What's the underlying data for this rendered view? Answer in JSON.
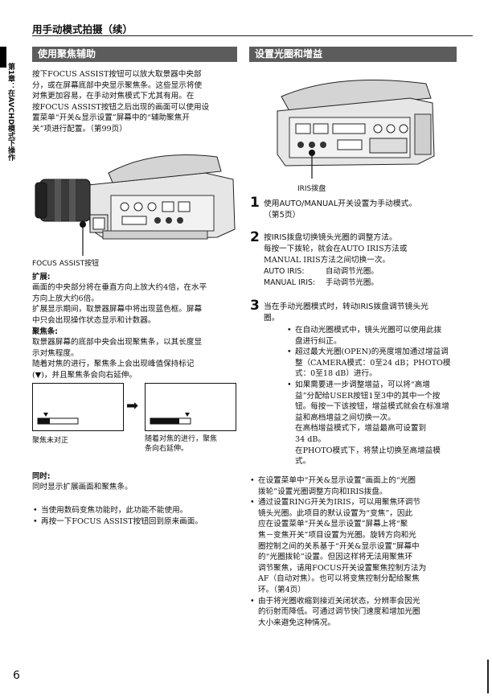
{
  "page": {
    "title": "用手动模式拍摄（续）",
    "side_label": "第1章：在AVCHD模式下操作",
    "page_number": "6"
  },
  "left": {
    "heading": "使用聚焦辅助",
    "intro": [
      "按下FOCUS ASSIST按钮可以放大取景器中央部",
      "分，或在屏幕底部中央显示聚焦条。这些显示将使",
      "对焦更加容易，在手动对焦模式下尤其有用。在",
      "按FOCUS ASSIST按钮之后出现的画面可以使用设",
      "置菜单“开关&显示设置”屏幕中的“辅助聚焦开",
      "关”项进行配置。（第99页）"
    ],
    "figure_caption": "FOCUS ASSIST按钮",
    "expand_title": "扩展:",
    "expand_lines": [
      "画面的中央部分将在垂直方向上放大约4倍，在水平",
      "方向上放大约6倍。",
      "扩展显示期间，取景器屏幕中将出现蓝色框。屏幕",
      "中只会出现操作状态显示和计数器。"
    ],
    "bar_title": "聚焦条:",
    "bar_lines": [
      "取景器屏幕的底部中央会出现聚焦条，以其长度显",
      "示对焦程度。",
      "随着对焦的进行，聚焦条上会出现峰值保持标记",
      "(▼)，并且聚焦条会向右延伸。"
    ],
    "diagram_caption_left": "聚焦未对正",
    "diagram_caption_right": [
      "随着对焦的进行，聚焦",
      "条向右延伸。"
    ],
    "simul_title": "同时:",
    "simul_text": "同时显示扩展画面和聚焦条。",
    "notes": [
      "当使用数码变焦功能时，此功能不能使用。",
      "再按一下FOCUS ASSIST按钮回到原来画面。"
    ],
    "focus_bar_short": 0.3,
    "focus_bar_long": 0.72
  },
  "right": {
    "heading": "设置光圈和增益",
    "figure_caption": "IRIS拨盘",
    "step1_num": "1",
    "step1_title": "使用AUTO/MANUAL开关设置为手动模式。",
    "step1_ref": "（第5页）",
    "step2_num": "2",
    "step2_title": "按IRIS拨盘切换镜头光圈的调整方法。",
    "step2_lines": [
      "每按一下拨轮，就会在AUTO IRIS方法或",
      "MANUAL IRIS方法之间切换一次。"
    ],
    "step2_auto_label": "AUTO IRIS:",
    "step2_auto_value": "自动调节光圈。",
    "step2_manual_label": "MANUAL IRIS:",
    "step2_manual_value": "手动调节光圈。",
    "step3_num": "3",
    "step3_title": [
      "当在手动光圈模式时，转动IRIS拨盘调节镜头光",
      "圈。"
    ],
    "step3_bullets": [
      [
        "在自动光圈模式中，镜头光圈可以使用此拨",
        "盘进行纠正。"
      ],
      [
        "超过最大光圈(OPEN)的亮度增加通过增益调",
        "整（CAMERA模式：0至24 dB；PHOTO模",
        "式：0至18 dB）进行。"
      ],
      [
        "如果需要进一步调整增益，可以将“高增",
        "益”分配给USER按钮1至3中的其中一个按",
        "钮。每按一下该按钮，增益模式就会在标准增",
        "益和高档增益之间切换一次。",
        "在高档增益模式下，增益最高可设置到",
        "34 dB。",
        "在PHOTO模式下，将禁止切换至高增益模",
        "式。"
      ]
    ],
    "notes": [
      [
        "在设置菜单中“开关&显示设置”画面上的“光圈",
        "拨轮”设置光圈调整方向和IRIS拨盘。"
      ],
      [
        "通过设置RING开关为IRIS，可以用聚焦环调节",
        "镜头光圈。此项目的默认设置为“变焦”，因此",
        "应在设置菜单“开关&显示设置”屏幕上将“聚",
        "焦－变焦开关”项目设置为光圈。旋转方向和光",
        "圈控制之间的关系基于“开关&显示设置”屏幕中",
        "的“光圈拨轮”设置。但因这样将无法用聚焦环",
        "调节聚焦，请用FOCUS开关设置聚焦控制方法为",
        "AF（自动对焦）。也可以将变焦控制分配给聚焦",
        "环。（第4页）"
      ],
      [
        "由于将光圈收缩到接近关闭状态，分辨率会因光",
        "的衍射而降低。可通过调节快门速度和增加光圈",
        "大小来避免这种情况。"
      ]
    ]
  }
}
